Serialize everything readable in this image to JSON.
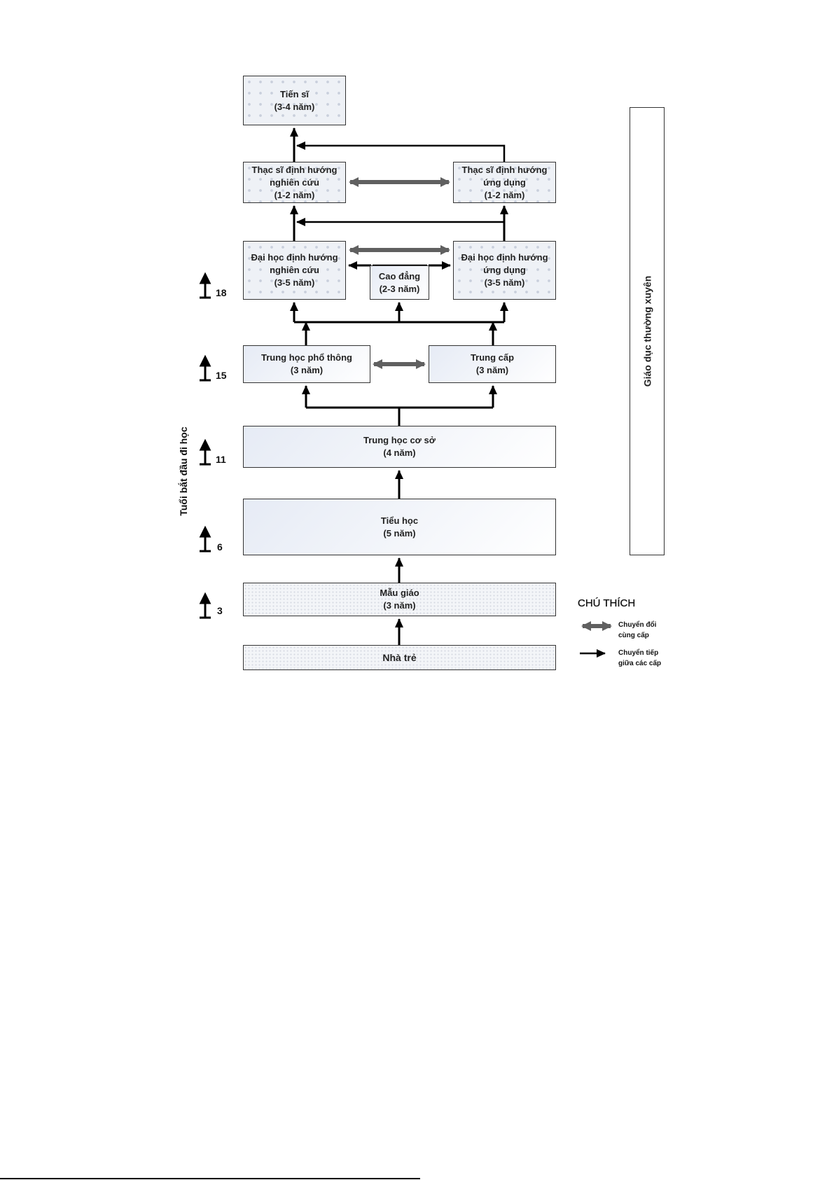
{
  "boxes": {
    "tien_si": {
      "name": "Tiến sĩ",
      "duration": "(3-4 năm)"
    },
    "thac_si_nc": {
      "name1": "Thạc sĩ định hướng",
      "name2": "nghiên cứu",
      "duration": "(1-2 năm)"
    },
    "thac_si_ud": {
      "name1": "Thạc sĩ định hướng",
      "name2": "ứng dụng",
      "duration": "(1-2 năm)"
    },
    "dai_hoc_nc": {
      "name1": "Đại học định hướng",
      "name2": "nghiên cứu",
      "duration": "(3-5 năm)"
    },
    "dai_hoc_ud": {
      "name1": "Đại học định hướng",
      "name2": "ứng dụng",
      "duration": "(3-5 năm)"
    },
    "cao_dang": {
      "name": "Cao đẳng",
      "duration": "(2-3 năm)"
    },
    "thpt": {
      "name": "Trung học phổ thông",
      "duration": "(3 năm)"
    },
    "trung_cap": {
      "name": "Trung cấp",
      "duration": "(3 năm)"
    },
    "thcs": {
      "name": "Trung học cơ sở",
      "duration": "(4 năm)"
    },
    "tieu_hoc": {
      "name": "Tiểu học",
      "duration": "(5 năm)"
    },
    "mau_giao": {
      "name": "Mẫu giáo",
      "duration": "(3 năm)"
    },
    "nha_tre": {
      "name": "Nhà trẻ"
    }
  },
  "continuing_education": "Giáo dục thường xuyên",
  "age_axis": {
    "label": "Tuổi bắt đầu đi học",
    "ages": [
      "18",
      "15",
      "11",
      "6",
      "3"
    ]
  },
  "legend": {
    "title": "CHÚ THÍCH",
    "items": [
      {
        "line1": "Chuyển đổi",
        "line2": "cùng cấp"
      },
      {
        "line1": "Chuyển tiếp",
        "line2": "giữa các cấp"
      }
    ]
  },
  "colors": {
    "transfer_arrow": "#606060",
    "progression_arrow": "#000000"
  }
}
